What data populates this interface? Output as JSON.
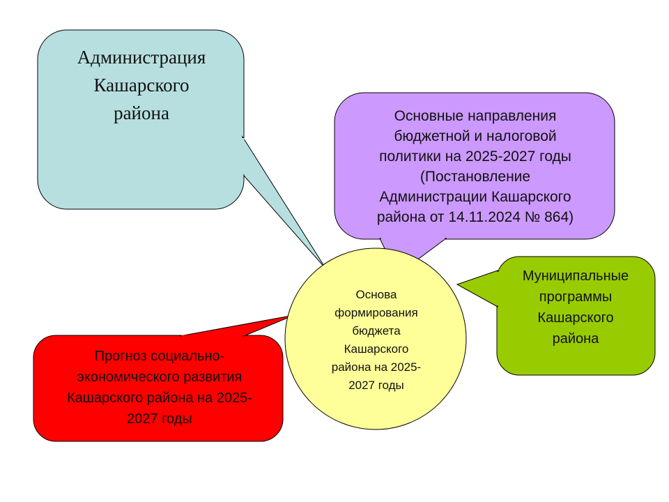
{
  "center": {
    "lines": [
      "Основа",
      "формирования",
      "бюджета",
      "Кашарского",
      "района на 2025-",
      "2027 годы"
    ],
    "fill": "#ffff99"
  },
  "administration": {
    "lines": [
      "Администрация",
      "Кашарского",
      "района"
    ],
    "fill": "#b7dfe0"
  },
  "policy": {
    "lines": [
      "Основные направления",
      "бюджетной и налоговой",
      "политики на 2025-2027 годы",
      "(Постановление",
      "Администрации Кашарского",
      "района от 14.11.2024 № 864)"
    ],
    "fill": "#cc99ff"
  },
  "programs": {
    "lines": [
      "Муниципальные",
      "программы",
      "Кашарского",
      "района"
    ],
    "fill": "#99cc00"
  },
  "forecast": {
    "lines": [
      "Прогноз социально-",
      "экономического развития",
      "Кашарского района на 2025-",
      "2027 годы"
    ],
    "fill": "#ff0000"
  }
}
